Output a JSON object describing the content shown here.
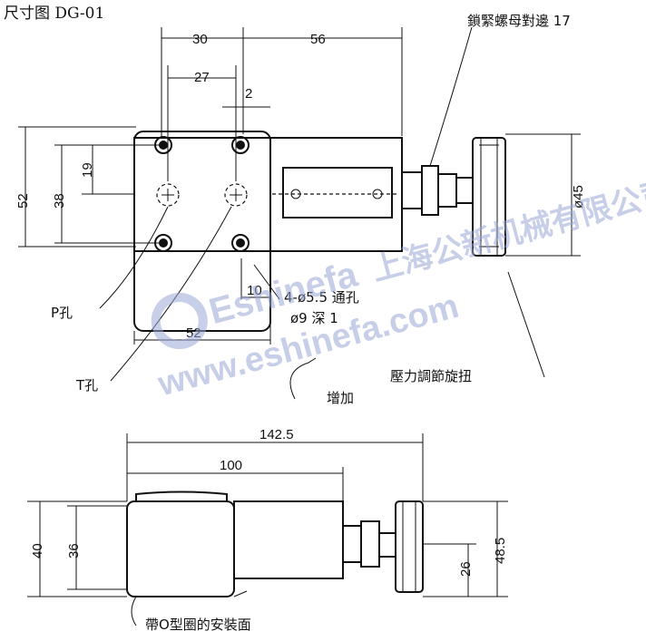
{
  "title": "尺寸图 DG-01",
  "watermark": {
    "brand": "Eshinefa",
    "company": "上海公新机械有限公司",
    "url": "www.eshinefa.com",
    "color": "#9aa7d6"
  },
  "top_view": {
    "dims": {
      "w30": "30",
      "w56": "56",
      "w27": "27",
      "w2": "2",
      "h52": "52",
      "h38": "38",
      "h19": "19",
      "w10": "10",
      "w52": "52",
      "d45": "ø45"
    },
    "labels": {
      "lock_nut": "鎖緊螺母對邊 17",
      "holes": "4-ø5.5 通孔",
      "counterbore": "ø9 深 1",
      "p_port": "P孔",
      "t_port": "T孔",
      "knob": "壓力調節旋扭",
      "increase": "增加"
    }
  },
  "side_view": {
    "dims": {
      "w142": "142.5",
      "w100": "100",
      "h40": "40",
      "h36": "36",
      "h26": "26",
      "h48": "48.5"
    },
    "labels": {
      "mount_face": "帶O型圈的安裝面"
    }
  }
}
